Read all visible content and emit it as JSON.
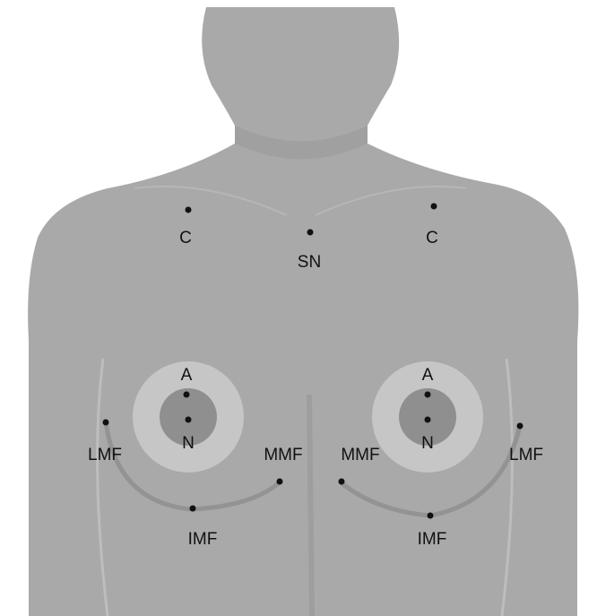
{
  "colors": {
    "body": "#a9a9a9",
    "body_shadow": "#9d9d9d",
    "areola_outer": "#c6c6c6",
    "areola_inner": "#8f8f8f",
    "point": "#111111",
    "label": "#111111"
  },
  "landmarks": {
    "c_left": "C",
    "c_right": "C",
    "sn": "SN",
    "a_left": "A",
    "a_right": "A",
    "n_left": "N",
    "n_right": "N",
    "lmf_left": "LMF",
    "lmf_right": "LMF",
    "mmf_left": "MMF",
    "mmf_right": "MMF",
    "imf_left": "IMF",
    "imf_right": "IMF"
  }
}
